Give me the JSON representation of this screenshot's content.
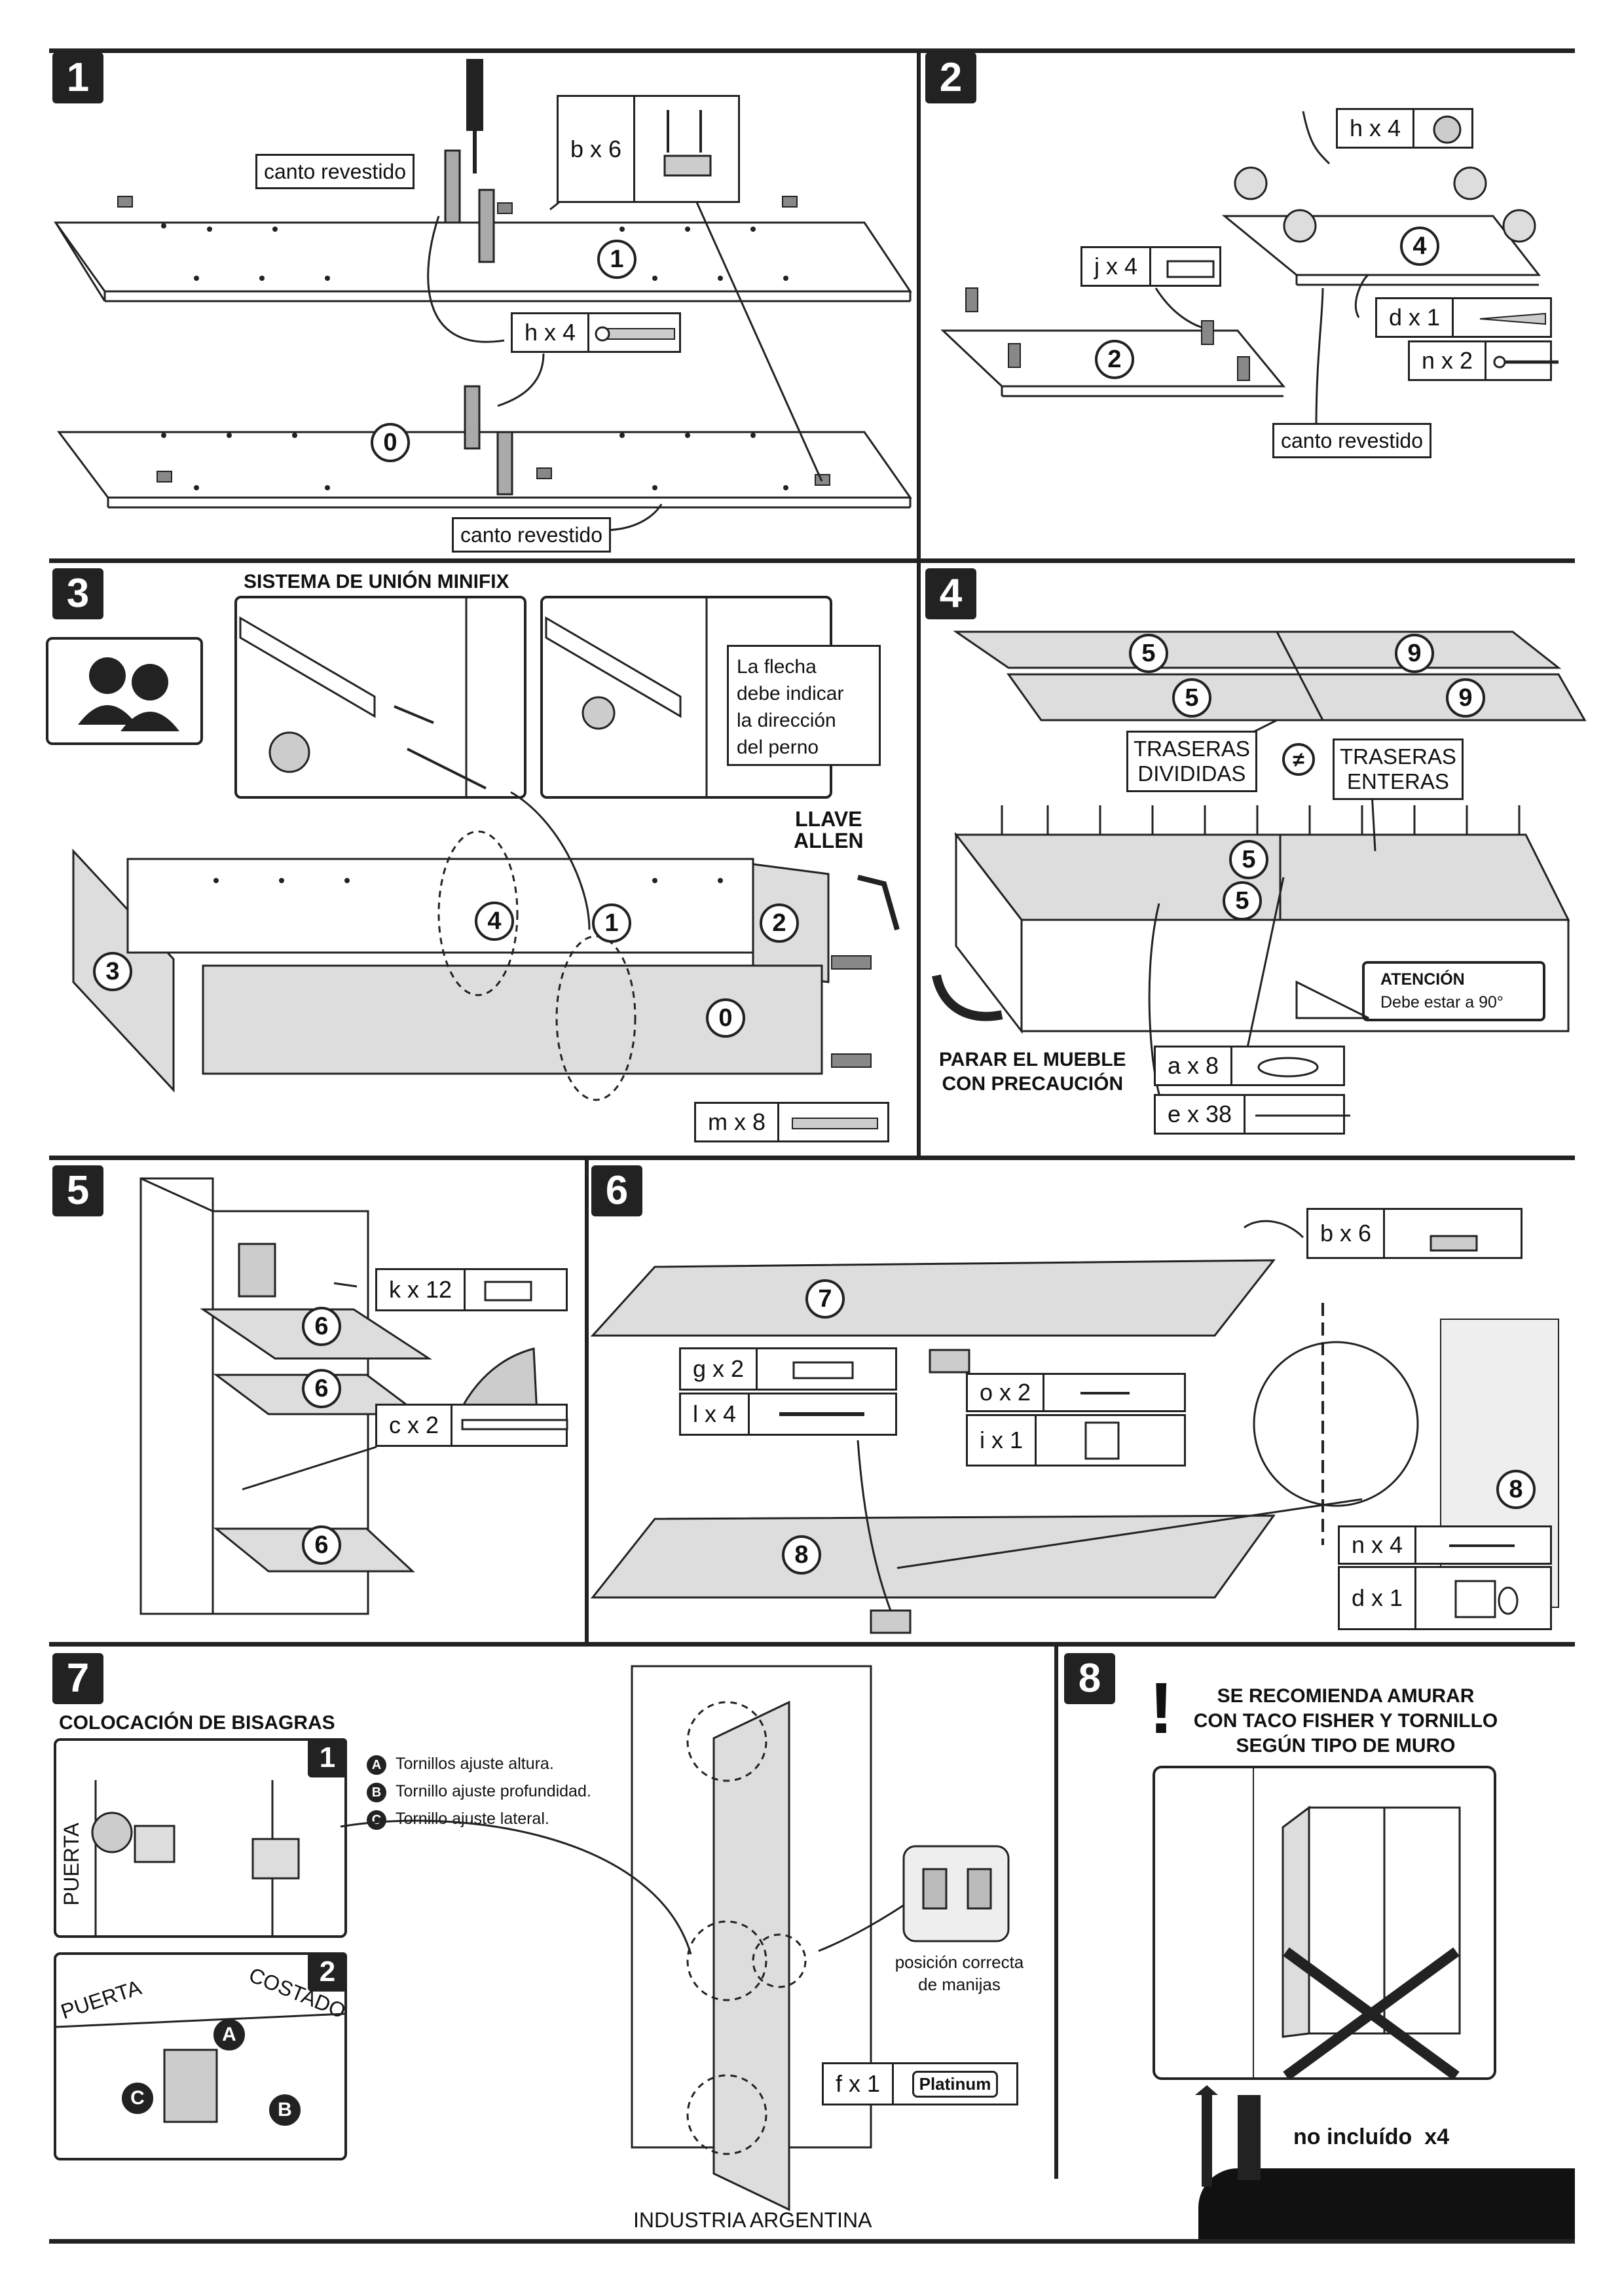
{
  "steps": [
    "1",
    "2",
    "3",
    "4",
    "5",
    "6",
    "7",
    "8"
  ],
  "step1": {
    "labels": [
      "canto revestido",
      "canto revestido"
    ],
    "qty_b": "b x 6",
    "qty_h": "h x 4",
    "parts": [
      "1",
      "0"
    ]
  },
  "step2": {
    "qty_h": "h x 4",
    "qty_j": "j x 4",
    "qty_d": "d x 1",
    "qty_n": "n x 2",
    "edge_label": "canto revestido",
    "parts": [
      "2",
      "4"
    ]
  },
  "step3": {
    "title": "SISTEMA DE UNIÓN MINIFIX",
    "note_lines": [
      "La flecha",
      "debe indicar",
      "la dirección",
      "del perno"
    ],
    "tool_lines": [
      "LLAVE",
      "ALLEN"
    ],
    "qty_m": "m x 8",
    "parts": [
      "3",
      "4",
      "1",
      "2",
      "0"
    ]
  },
  "step4": {
    "parts": [
      "5",
      "9",
      "5",
      "9",
      "5",
      "5"
    ],
    "split_lines": [
      "TRASERAS",
      "DIVIDIDAS"
    ],
    "neq": "≠",
    "whole_lines": [
      "TRASERAS",
      "ENTERAS"
    ],
    "warning_lines": [
      "PARAR EL MUEBLE",
      "CON PRECAUCIÓN"
    ],
    "attention_title": "ATENCIÓN",
    "attention_text": "Debe estar a 90°",
    "qty_a": "a x 8",
    "qty_e": "e x 38"
  },
  "step5": {
    "qty_k": "k x 12",
    "qty_c": "c x 2",
    "parts": [
      "6",
      "6",
      "6"
    ]
  },
  "step6": {
    "qty_b": "b x 6",
    "qty_g": "g x 2",
    "qty_l": "l x 4",
    "qty_o": "o x 2",
    "qty_i": "i x 1",
    "qty_n": "n x 4",
    "qty_d": "d x 1",
    "parts": [
      "7",
      "8",
      "8"
    ]
  },
  "step7": {
    "title": "COLOCACIÓN DE BISAGRAS",
    "sub1": "1",
    "sub2": "2",
    "legend": [
      {
        "key": "A",
        "text": "Tornillos ajuste altura."
      },
      {
        "key": "B",
        "text": "Tornillo ajuste profundidad."
      },
      {
        "key": "C",
        "text": "Tornillo ajuste lateral."
      }
    ],
    "door_label": "PUERTA",
    "door_label2": "PUERTA",
    "side_label": "COSTADO",
    "handle_lines": [
      "posición correcta",
      "de manijas"
    ],
    "qty_f": "f x 1",
    "brand": "Platinum"
  },
  "step8": {
    "title_lines": [
      "SE RECOMIENDA AMURAR",
      "CON TACO FISHER Y TORNILLO",
      "SEGÚN TIPO DE MURO"
    ],
    "not_included": "no incluído  x4"
  },
  "footer": "INDUSTRIA ARGENTINA"
}
